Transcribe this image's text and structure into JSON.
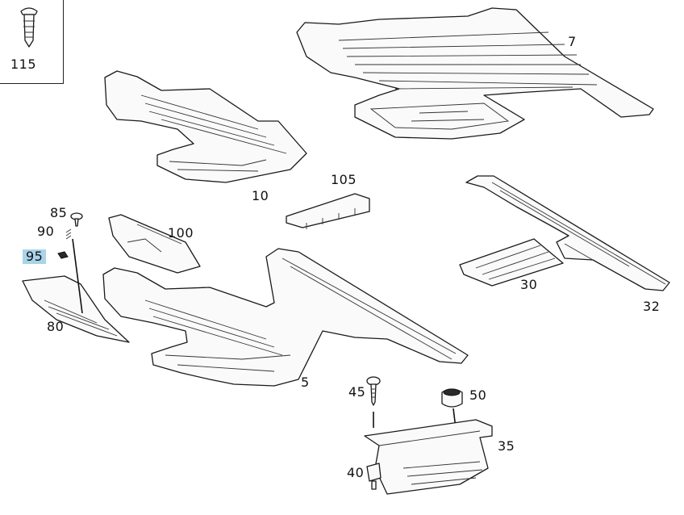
{
  "diagram": {
    "inset_label": "115",
    "callouts": [
      {
        "id": "7",
        "text": "7"
      },
      {
        "id": "10",
        "text": "10"
      },
      {
        "id": "105",
        "text": "105"
      },
      {
        "id": "85",
        "text": "85"
      },
      {
        "id": "90",
        "text": "90"
      },
      {
        "id": "95",
        "text": "95",
        "highlight": true
      },
      {
        "id": "100",
        "text": "100"
      },
      {
        "id": "80",
        "text": "80"
      },
      {
        "id": "5",
        "text": "5"
      },
      {
        "id": "30",
        "text": "30"
      },
      {
        "id": "32",
        "text": "32"
      },
      {
        "id": "45",
        "text": "45"
      },
      {
        "id": "50",
        "text": "50"
      },
      {
        "id": "35",
        "text": "35"
      },
      {
        "id": "40",
        "text": "40"
      }
    ],
    "highlight_color": "#a9d4e8"
  }
}
